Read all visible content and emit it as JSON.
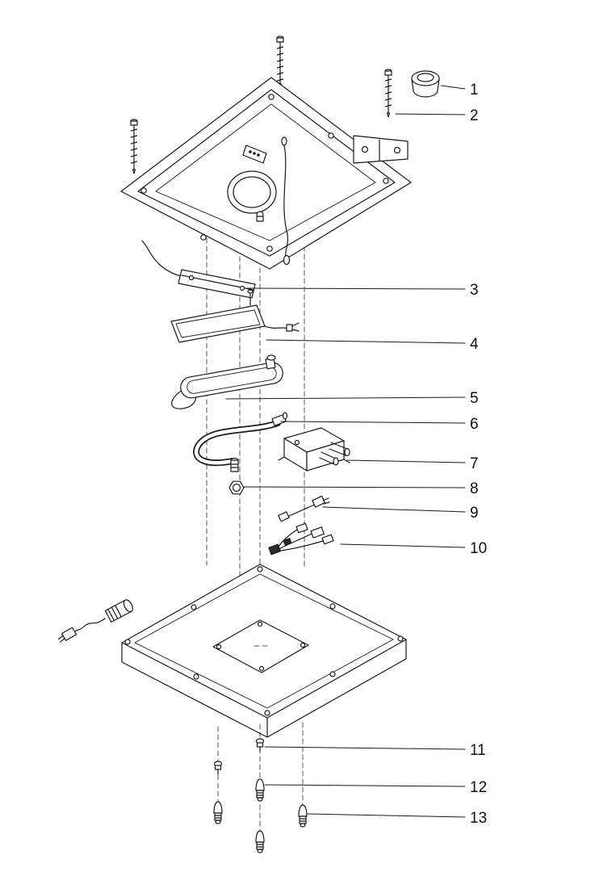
{
  "page": {
    "background": "#ffffff",
    "line_color": "#1a1a1a"
  },
  "diagram": {
    "kind": "exploded-parts-diagram",
    "description_names": [
      "grommet",
      "mounting-screw",
      "bracket",
      "frame-mount",
      "reflector-tray",
      "hose",
      "ballast-box",
      "hex-nut",
      "cable-short",
      "wire-harness",
      "small-screw",
      "lamp-bulb",
      "lamp-bulb-small"
    ],
    "callouts": [
      {
        "label": "1"
      },
      {
        "label": "2"
      },
      {
        "label": "3"
      },
      {
        "label": "4"
      },
      {
        "label": "5"
      },
      {
        "label": "6"
      },
      {
        "label": "7"
      },
      {
        "label": "8"
      },
      {
        "label": "9"
      },
      {
        "label": "10"
      },
      {
        "label": "11"
      },
      {
        "label": "12"
      },
      {
        "label": "13"
      }
    ]
  }
}
